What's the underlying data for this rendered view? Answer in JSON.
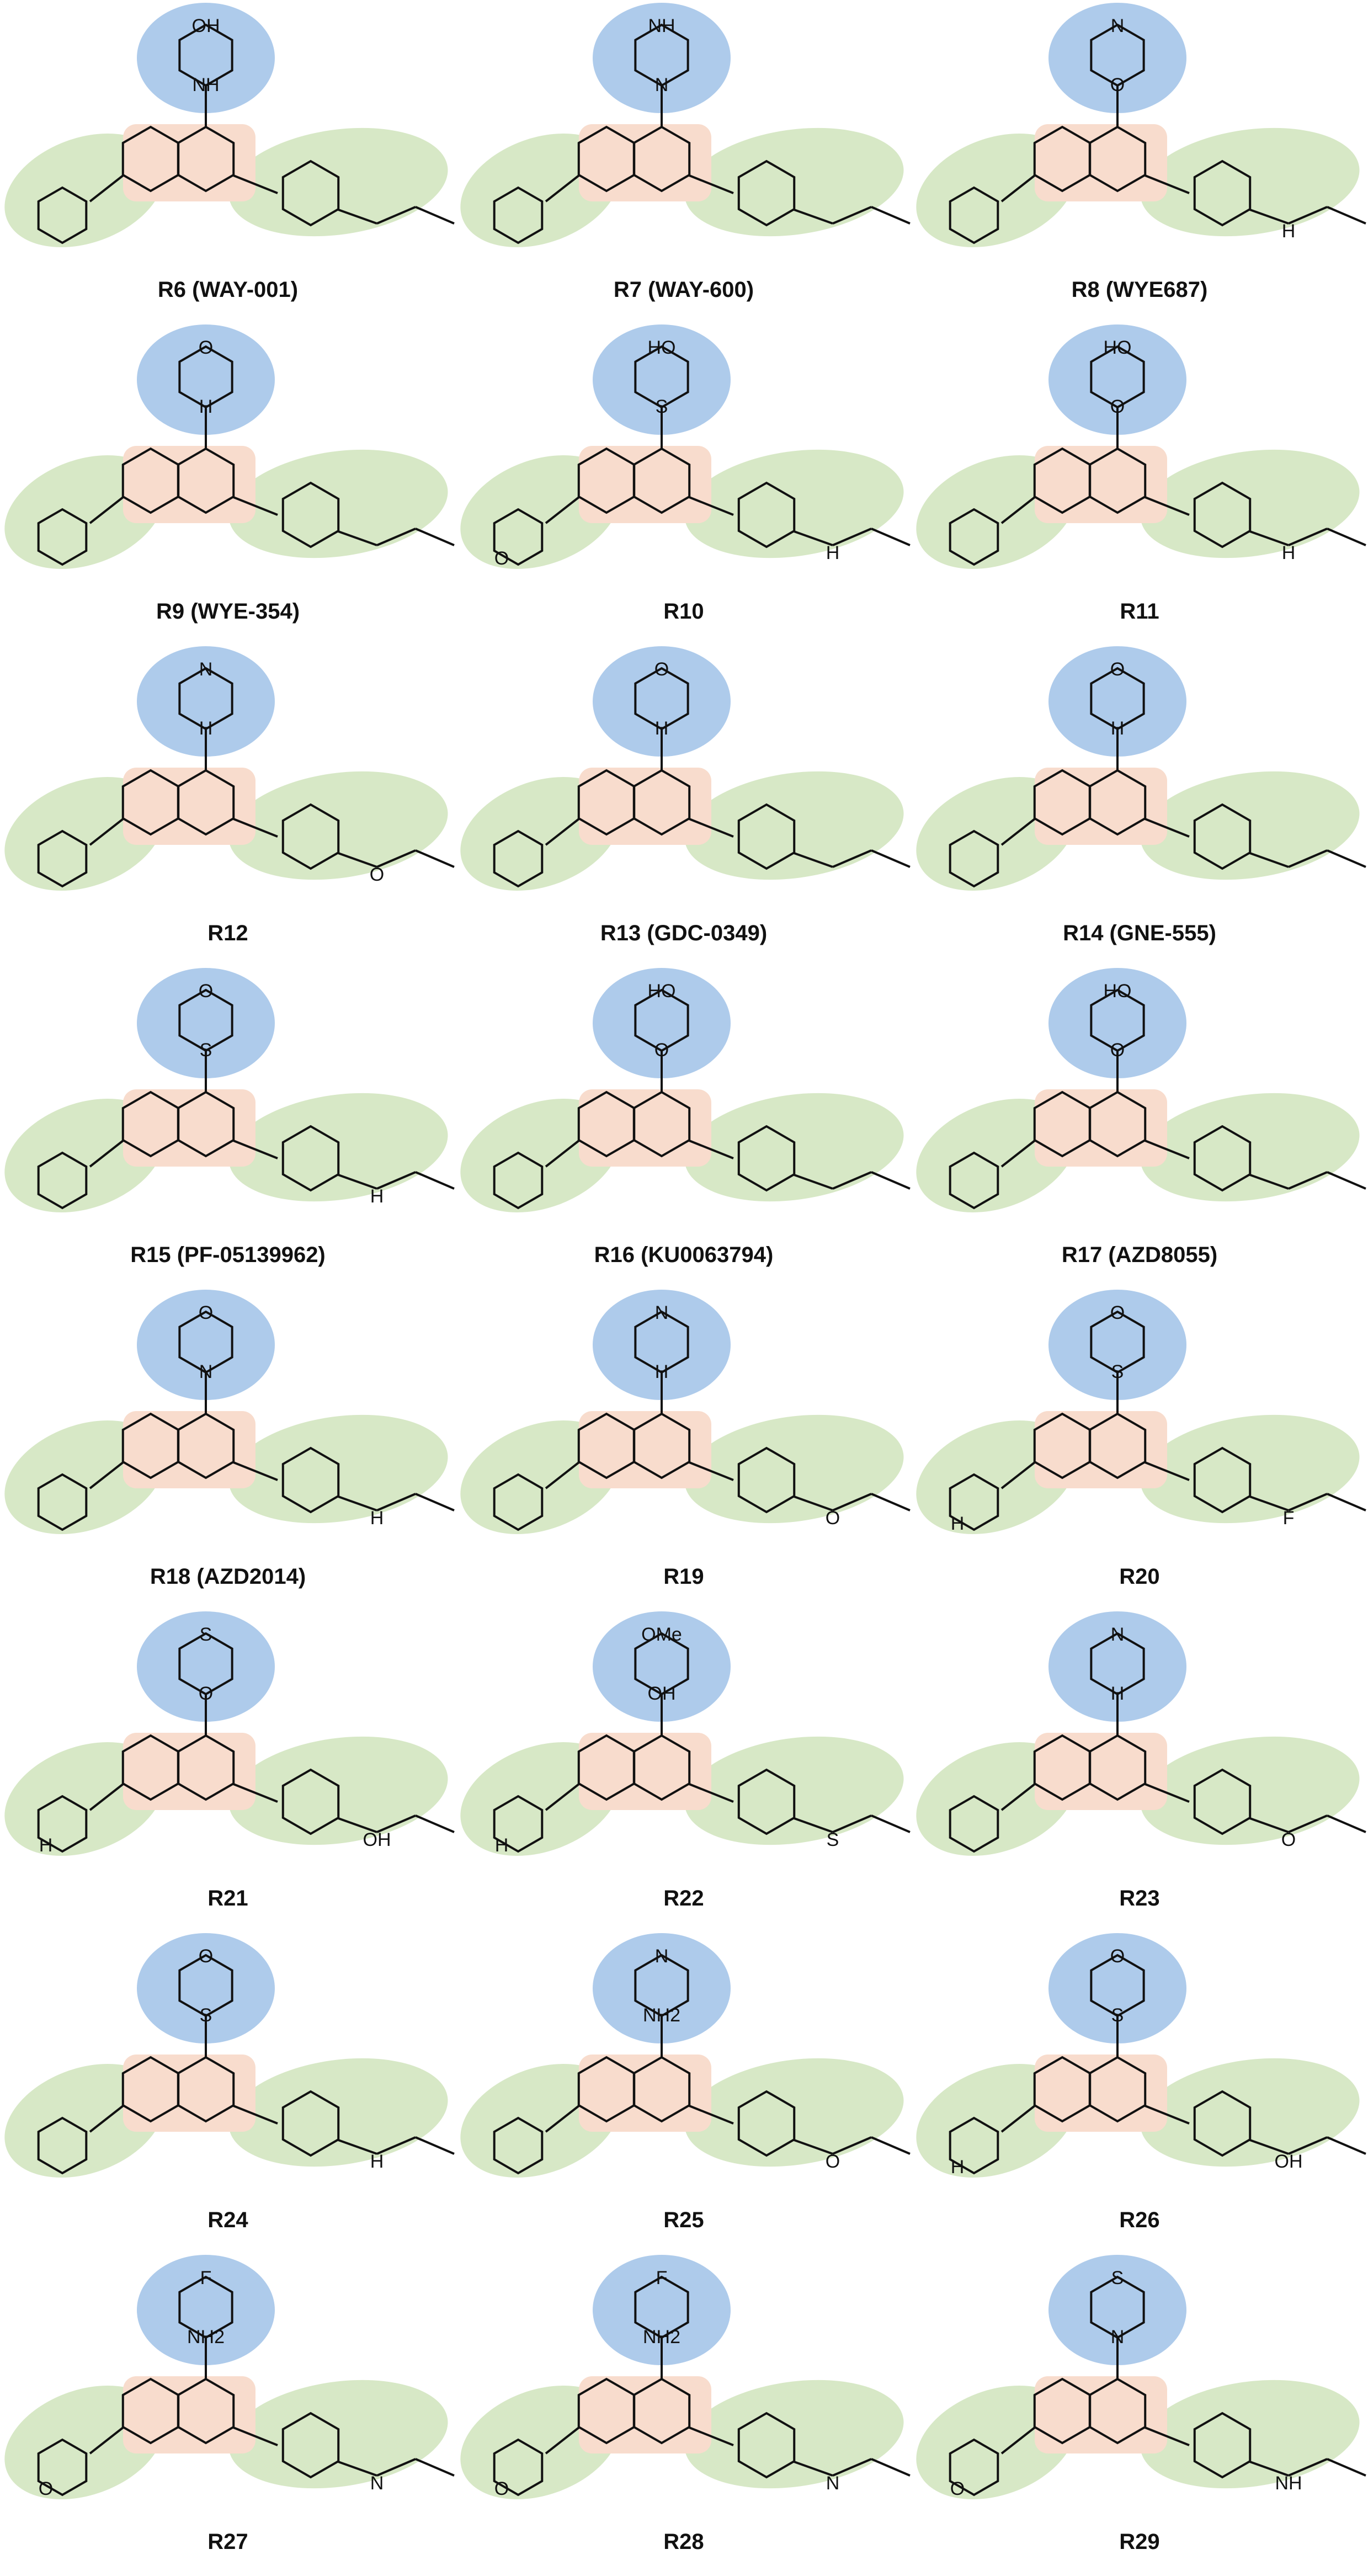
{
  "colors": {
    "morpholine_region": "#aecbeb",
    "core_region": "#f8dccd",
    "substituent_region": "#d7e8c6",
    "bond": "#111111"
  },
  "compounds": [
    {
      "label": "R6 (WAY-001)",
      "groups": [
        "OH",
        "NH"
      ]
    },
    {
      "label": "R7 (WAY-600)",
      "groups": [
        "NH",
        "N"
      ]
    },
    {
      "label": "R8 (WYE687)",
      "groups": [
        "N",
        "O",
        "H"
      ]
    },
    {
      "label": "R9 (WYE-354)",
      "groups": [
        "O",
        "H"
      ]
    },
    {
      "label": "R10",
      "groups": [
        "HO",
        "S",
        "H",
        "O"
      ]
    },
    {
      "label": "R11",
      "groups": [
        "HO",
        "O",
        "H"
      ]
    },
    {
      "label": "R12",
      "groups": [
        "N",
        "H",
        "O"
      ]
    },
    {
      "label": "R13 (GDC-0349)",
      "groups": [
        "O",
        "H"
      ]
    },
    {
      "label": "R14 (GNE-555)",
      "groups": [
        "O",
        "H"
      ]
    },
    {
      "label": "R15 (PF-05139962)",
      "groups": [
        "O",
        "S",
        "H"
      ]
    },
    {
      "label": "R16 (KU0063794)",
      "groups": [
        "HO",
        "O"
      ]
    },
    {
      "label": "R17 (AZD8055)",
      "groups": [
        "HO",
        "O"
      ]
    },
    {
      "label": "R18 (AZD2014)",
      "groups": [
        "O",
        "N",
        "H"
      ]
    },
    {
      "label": "R19",
      "groups": [
        "N",
        "H",
        "O"
      ]
    },
    {
      "label": "R20",
      "groups": [
        "O",
        "S",
        "F",
        "H"
      ]
    },
    {
      "label": "R21",
      "groups": [
        "S",
        "O",
        "OH",
        "H"
      ]
    },
    {
      "label": "R22",
      "groups": [
        "OMe",
        "OH",
        "S",
        "H"
      ]
    },
    {
      "label": "R23",
      "groups": [
        "N",
        "H",
        "O"
      ]
    },
    {
      "label": "R24",
      "groups": [
        "O",
        "S",
        "H"
      ]
    },
    {
      "label": "R25",
      "groups": [
        "N",
        "NH2",
        "O"
      ]
    },
    {
      "label": "R26",
      "groups": [
        "O",
        "S",
        "OH",
        "H"
      ]
    },
    {
      "label": "R27",
      "groups": [
        "F",
        "NH2",
        "N",
        "O"
      ]
    },
    {
      "label": "R28",
      "groups": [
        "F",
        "NH2",
        "N",
        "O"
      ]
    },
    {
      "label": "R29",
      "groups": [
        "S",
        "N",
        "NH",
        "O"
      ]
    }
  ]
}
